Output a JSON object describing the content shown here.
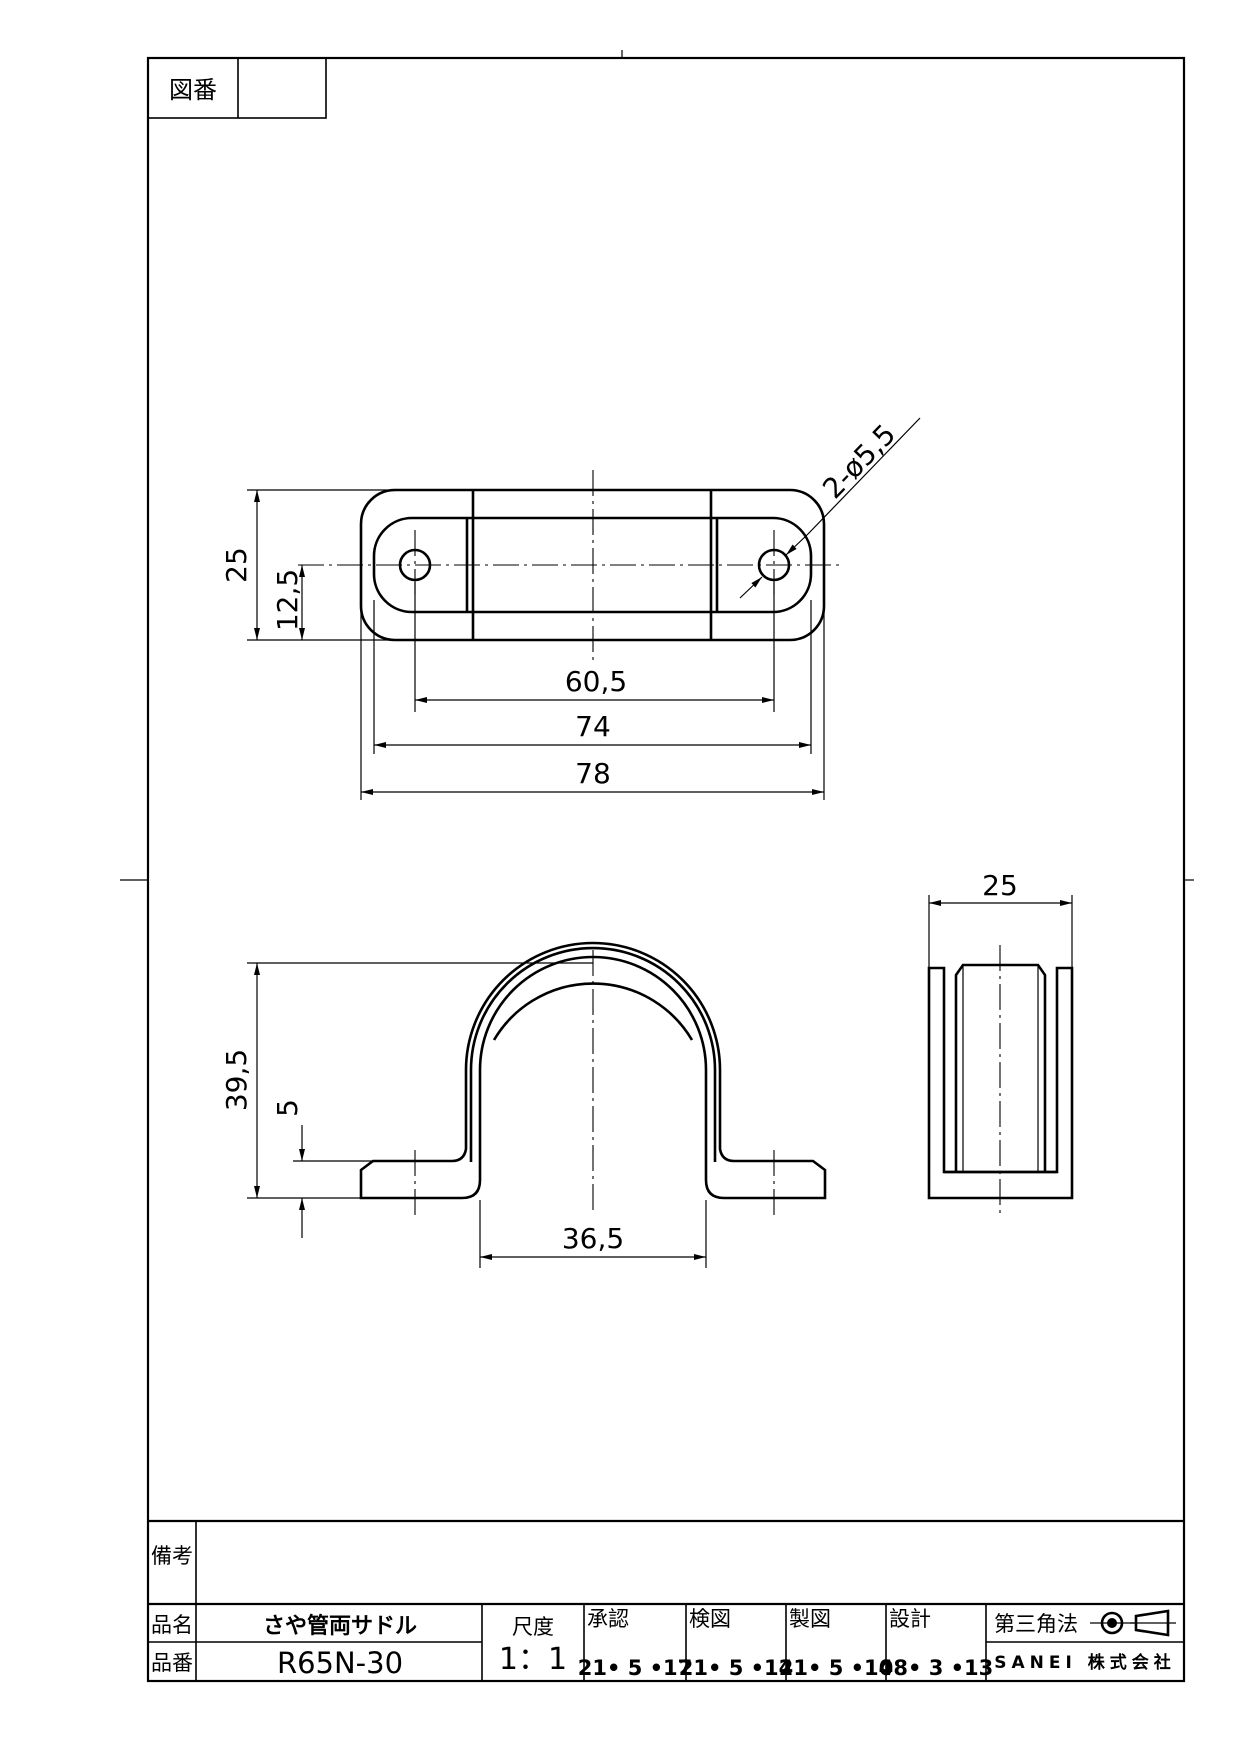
{
  "sheet": {
    "drawing_number_label": "図番",
    "drawing_number_value": ""
  },
  "top_view": {
    "dims": {
      "overall_width": "25",
      "half_width": "12,5",
      "hole_pitch": "60,5",
      "inner_length": "74",
      "overall_length": "78",
      "holes": "2-ø5,5"
    }
  },
  "front_view": {
    "dims": {
      "height": "39,5",
      "base_thickness": "5",
      "inner_span": "36,5"
    }
  },
  "side_view": {
    "dims": {
      "width": "25"
    }
  },
  "title_block": {
    "remarks_label": "備考",
    "remarks_value": "",
    "name_label": "品名",
    "name_value": "さや管両サドル",
    "number_label": "品番",
    "number_value": "R65N-30",
    "scale_label": "尺度",
    "scale_value": "1：1",
    "approved_label": "承認",
    "approved_date": "21• 5 •17",
    "checked_label": "検図",
    "checked_date": "21• 5 •14",
    "drawn_label": "製図",
    "drawn_date": "21• 5 •14",
    "designed_label": "設計",
    "designed_date": "08• 3 •13",
    "projection_label": "第三角法",
    "company": "SANEI 株式会社"
  }
}
